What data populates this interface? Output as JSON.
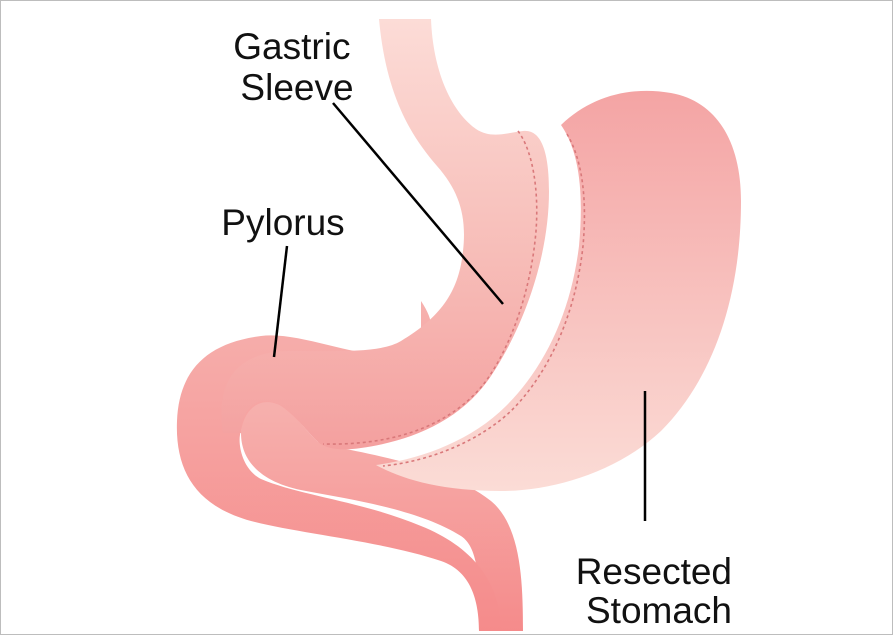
{
  "diagram": {
    "labels": {
      "gastric_sleeve": [
        "Gastric",
        "Sleeve"
      ],
      "pylorus": "Pylorus",
      "resected_stomach": [
        "Resected",
        "Stomach"
      ]
    },
    "colors": {
      "tissue_dark": "#f58b8b",
      "tissue_mid": "#f6b1ae",
      "tissue_light": "#fbd7d1",
      "suture_line": "#d9787a",
      "leader_line": "#000000",
      "border": "#bdbdbd"
    }
  }
}
